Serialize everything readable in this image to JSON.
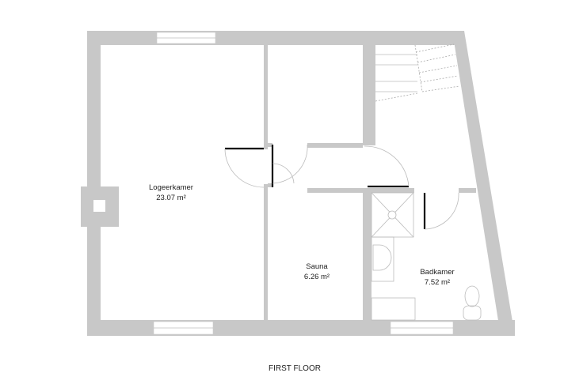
{
  "plan": {
    "title": "FIRST FLOOR",
    "rooms": [
      {
        "name": "Logeerkamer",
        "area": "23.07 m²"
      },
      {
        "name": "Sauna",
        "area": "6.26 m²"
      },
      {
        "name": "Badkamer",
        "area": "7.52 m²"
      }
    ]
  },
  "colors": {
    "wall": "#c8c8c8",
    "door": "#000000"
  }
}
